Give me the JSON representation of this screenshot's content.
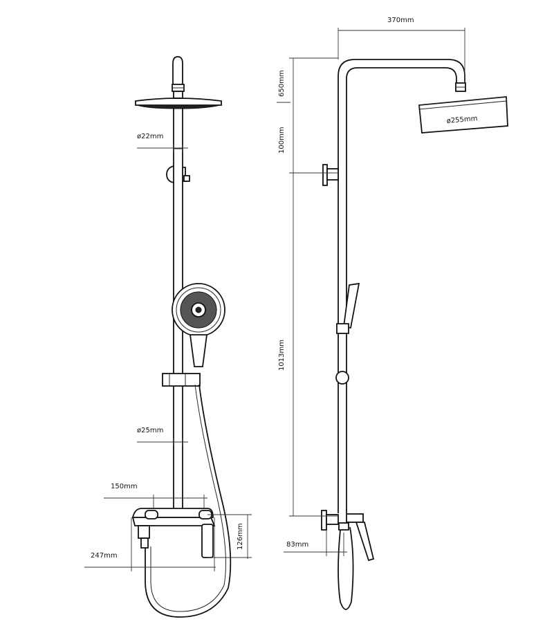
{
  "dimensions": {
    "riser_diameter": "ø22mm",
    "bar_diameter": "ø25mm",
    "mixer_spacing": "150mm",
    "mixer_width": "247mm",
    "mixer_height": "126mm",
    "arm_reach": "370mm",
    "head_diameter": "ø255mm",
    "upper_height": "650mm",
    "gap_height": "100mm",
    "total_height": "1013mm",
    "wall_offset": "83mm"
  },
  "colors": {
    "line": "#111111",
    "background": "#ffffff"
  }
}
